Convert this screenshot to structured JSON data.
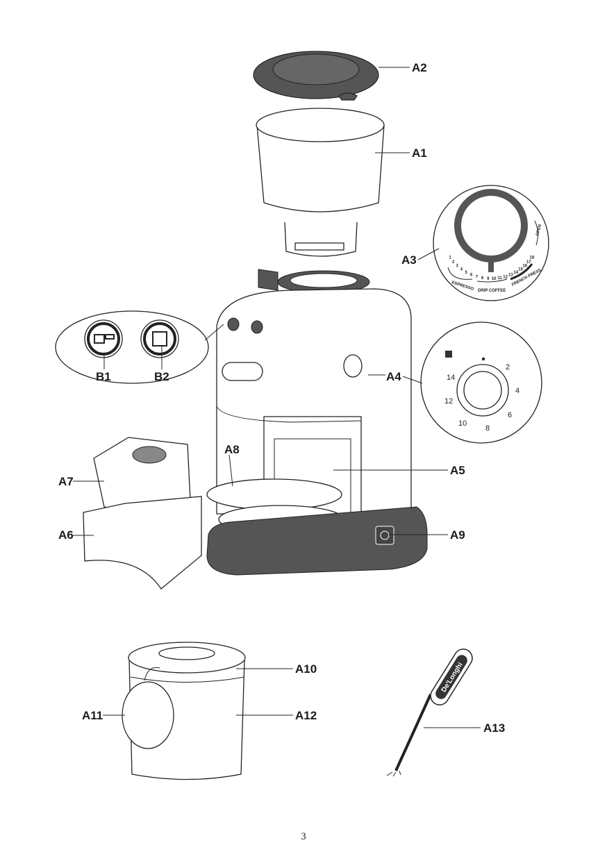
{
  "labels": {
    "A1": "A1",
    "A2": "A2",
    "A3": "A3",
    "A4": "A4",
    "A5": "A5",
    "A6": "A6",
    "A7": "A7",
    "A8": "A8",
    "A9": "A9",
    "A10": "A10",
    "A11": "A11",
    "A12": "A12",
    "A13": "A13",
    "B1": "B1",
    "B2": "B2"
  },
  "grind_dial": {
    "espresso": "ESPRESSO",
    "drip_coffee": "DRIP COFFEE",
    "french_press": "FRENCH PRESS",
    "open": "OPEN",
    "numbers": [
      "1",
      "2",
      "3",
      "4",
      "5",
      "6",
      "7",
      "8",
      "9",
      "10",
      "11",
      "12",
      "13",
      "14",
      "15",
      "16",
      "17",
      "18"
    ]
  },
  "cups_dial": {
    "numbers": [
      "2",
      "4",
      "6",
      "8",
      "10",
      "12",
      "14"
    ]
  },
  "brush_logo": "De'Longhi",
  "page_number": "3"
}
